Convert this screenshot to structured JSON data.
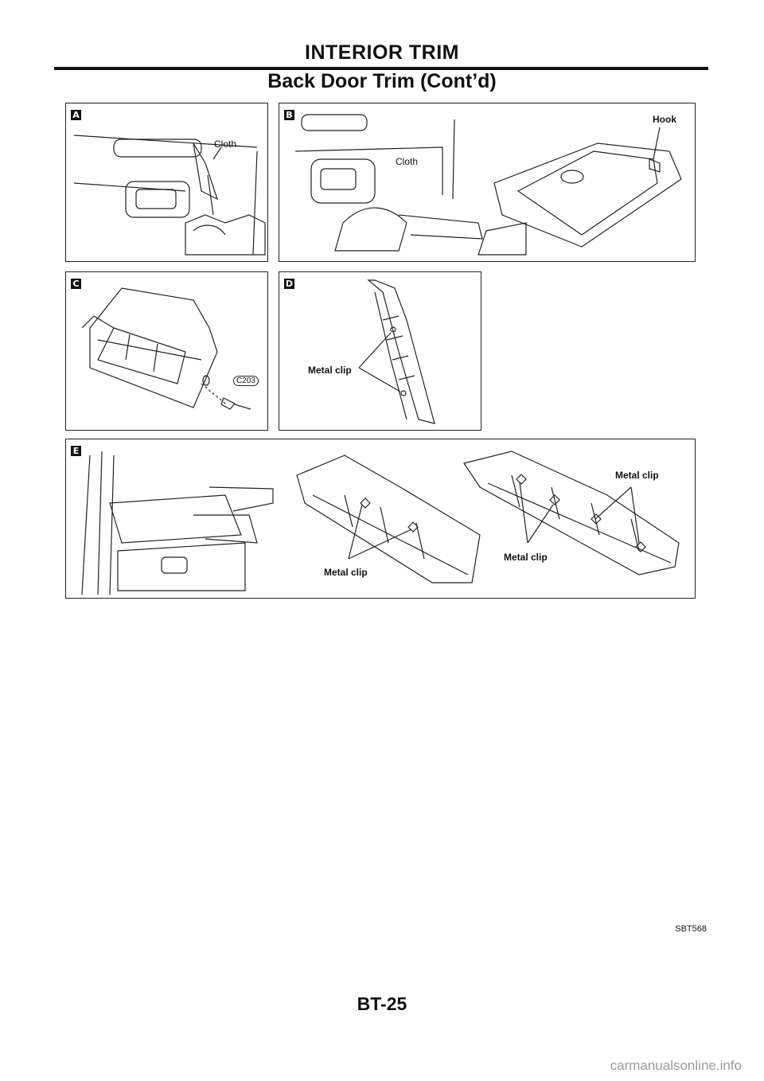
{
  "header": {
    "section": "INTERIOR TRIM",
    "subtitle": "Back Door Trim (Cont’d)"
  },
  "panels": {
    "a": {
      "marker": "A",
      "label_cloth": "Cloth"
    },
    "b": {
      "marker": "B",
      "label_cloth": "Cloth",
      "label_hook": "Hook"
    },
    "c": {
      "marker": "C",
      "label_code": "C203"
    },
    "d": {
      "marker": "D",
      "label_clip": "Metal clip"
    },
    "e": {
      "marker": "E",
      "label_clip_1": "Metal clip",
      "label_clip_2": "Metal clip",
      "label_clip_3": "Metal clip"
    }
  },
  "figure_ref": "SBT568",
  "page_number": "BT-25",
  "watermark": "carmanualsonline.info"
}
